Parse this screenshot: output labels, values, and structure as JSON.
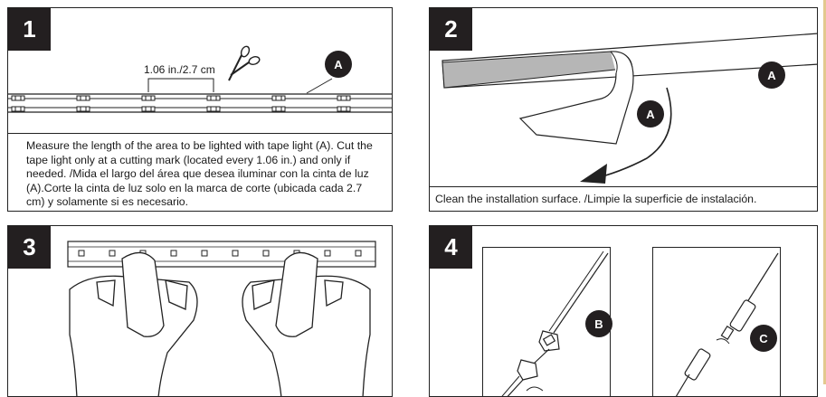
{
  "steps": [
    {
      "number": "1",
      "measure_label": "1.06 in./2.7 cm",
      "badge": "A",
      "caption": "Measure the length of the area to be lighted with tape light (A). Cut the tape light only at a cutting mark (located every 1.06 in.) and only if needed. /Mida el largo del área que desea iluminar con la cinta de luz (A).Corte la cinta de luz solo en la marca de corte (ubicada cada 2.7 cm) y solamente si es necesario."
    },
    {
      "number": "2",
      "badge_top": "A",
      "badge_bottom": "A",
      "caption": "Clean the installation surface. /Limpie la superficie de instalación."
    },
    {
      "number": "3"
    },
    {
      "number": "4",
      "badge_left": "B",
      "badge_right": "C"
    }
  ]
}
